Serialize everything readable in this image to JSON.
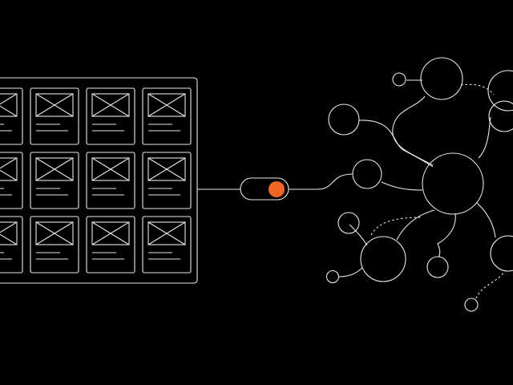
{
  "colors": {
    "background": "#000000",
    "stroke": "#e8e8e8",
    "accent": "#f26522"
  },
  "grid_panel": {
    "rows": 3,
    "columns": 4,
    "card_icon": "image-placeholder-icon"
  },
  "connector": {
    "toggle_state": "on"
  },
  "network": {
    "dashed_links": 3,
    "solid_links": 11
  }
}
